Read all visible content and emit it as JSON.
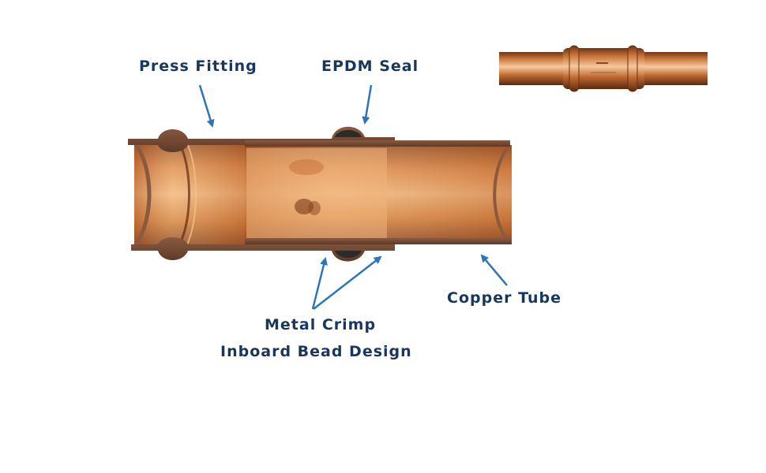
{
  "labels": {
    "press_fitting": "Press Fitting",
    "epdm_seal": "EPDM Seal",
    "copper_tube": "Copper Tube",
    "metal_crimp": "Metal Crimp",
    "inboard_bead": "Inboard Bead Design"
  },
  "colors": {
    "label_text": "#17375e",
    "arrow": "#2e75b6",
    "copper": "#c8743a",
    "copper_light": "#f0b27a",
    "copper_dark": "#7a3a1a",
    "seal": "#2b2b2b"
  }
}
